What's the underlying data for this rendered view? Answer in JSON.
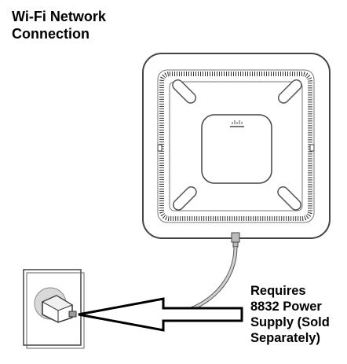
{
  "title": {
    "line1": "Wi-Fi Network",
    "line2": "Connection"
  },
  "callout": {
    "lines": [
      "Requires",
      "8832 Power",
      "Supply (Sold",
      "Separately)"
    ]
  },
  "device": {
    "logo": "cisco"
  },
  "icons": [
    "conference-phone-base-icon",
    "cisco-logo-icon",
    "wall-outlet-icon",
    "power-adapter-icon",
    "arrow-icon"
  ],
  "colors": {
    "outline": "#444444",
    "fill": "#ffffff",
    "outlet_shade": "#d9d9d9",
    "cable": "#cfcfcf"
  }
}
